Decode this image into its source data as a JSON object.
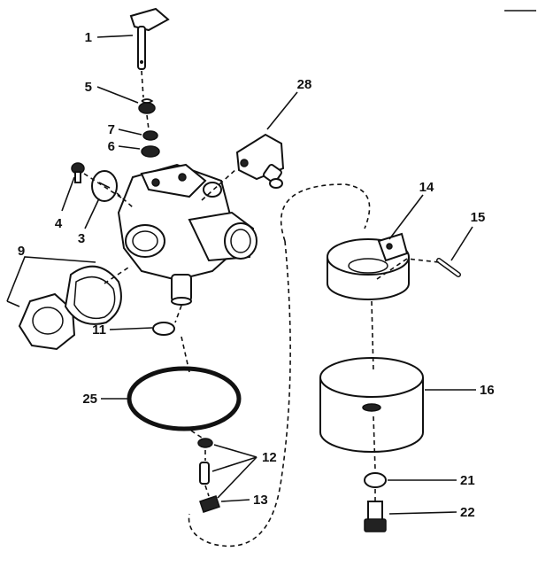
{
  "callouts": [
    {
      "key": "p1",
      "label": "1"
    },
    {
      "key": "p5",
      "label": "5"
    },
    {
      "key": "p7",
      "label": "7"
    },
    {
      "key": "p6",
      "label": "6"
    },
    {
      "key": "p4",
      "label": "4"
    },
    {
      "key": "p3",
      "label": "3"
    },
    {
      "key": "p9",
      "label": "9"
    },
    {
      "key": "p28",
      "label": "28"
    },
    {
      "key": "p14",
      "label": "14"
    },
    {
      "key": "p15",
      "label": "15"
    },
    {
      "key": "p11",
      "label": "11"
    },
    {
      "key": "p25",
      "label": "25"
    },
    {
      "key": "p16",
      "label": "16"
    },
    {
      "key": "p12",
      "label": "12"
    },
    {
      "key": "p13",
      "label": "13"
    },
    {
      "key": "p21",
      "label": "21"
    },
    {
      "key": "p22",
      "label": "22"
    }
  ]
}
